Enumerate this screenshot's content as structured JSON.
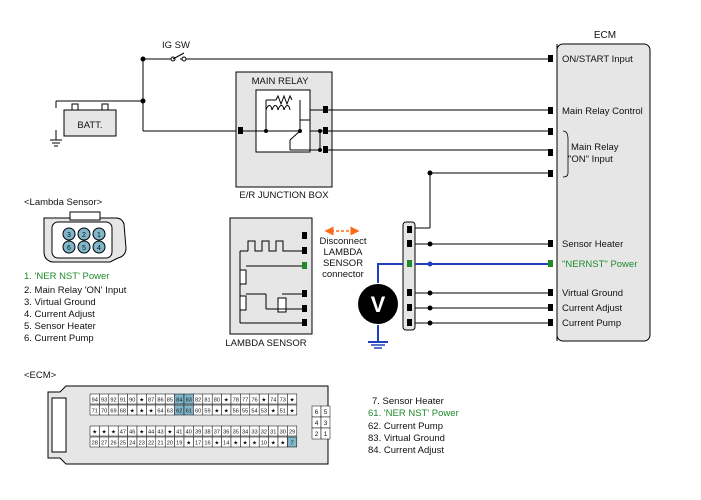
{
  "labels": {
    "ecm": "ECM",
    "ig_sw": "IG SW",
    "batt": "BATT.",
    "main_relay": "MAIN RELAY",
    "er_junction_box": "E/R JUNCTION BOX",
    "lambda_sensor_heading": "<Lambda Sensor>",
    "lambda_sensor": "LAMBDA SENSOR",
    "ecm_heading": "<ECM>",
    "voltmeter": "V",
    "disconnect_note": [
      "Disconnect",
      "LAMBDA",
      "SENSOR",
      "connector"
    ]
  },
  "ecm_pins": [
    {
      "label": "ON/START Input"
    },
    {
      "label": "Main Relay Control"
    },
    {
      "label": "Main Relay"
    },
    {
      "label": "\"ON\" Input"
    },
    {
      "label": "Sensor Heater"
    },
    {
      "label": "\"NERNST\" Power"
    },
    {
      "label": "Virtual Ground"
    },
    {
      "label": "Current Adjust"
    },
    {
      "label": "Current Pump"
    }
  ],
  "lambda_pin_list": [
    {
      "text": "1. 'NER NST' Power",
      "highlight": true
    },
    {
      "text": "2. Main Relay 'ON' Input",
      "highlight": false
    },
    {
      "text": "3. Virtual Ground",
      "highlight": false
    },
    {
      "text": "4. Current Adjust",
      "highlight": false
    },
    {
      "text": "5. Sensor Heater",
      "highlight": false
    },
    {
      "text": "6. Current Pump",
      "highlight": false
    }
  ],
  "ecm_pin_list": [
    {
      "text": "7. Sensor Heater",
      "highlight": false
    },
    {
      "text": "61. 'NER NST' Power",
      "highlight": true
    },
    {
      "text": "62. Current Pump",
      "highlight": false
    },
    {
      "text": "83. Virtual Ground",
      "highlight": false
    },
    {
      "text": "84. Current Adjust",
      "highlight": false
    }
  ],
  "connector_face": {
    "rows": [
      [
        "94",
        "93",
        "92",
        "91",
        "90",
        "★",
        "87",
        "86",
        "85",
        "84",
        "83",
        "82",
        "81",
        "80",
        "★",
        "78",
        "77",
        "76",
        "★",
        "74",
        "73",
        "★"
      ],
      [
        "71",
        "70",
        "69",
        "68",
        "★",
        "★",
        "★",
        "64",
        "63",
        "62",
        "61",
        "60",
        "59",
        "★",
        "★",
        "56",
        "55",
        "54",
        "53",
        "★",
        "51",
        "★"
      ],
      [
        "★",
        "★",
        "★",
        "47",
        "46",
        "★",
        "44",
        "43",
        "★",
        "41",
        "40",
        "39",
        "38",
        "37",
        "36",
        "35",
        "34",
        "33",
        "32",
        "31",
        "30",
        "29"
      ],
      [
        "28",
        "27",
        "26",
        "25",
        "24",
        "23",
        "22",
        "21",
        "20",
        "19",
        "★",
        "17",
        "16",
        "★",
        "14",
        "★",
        "★",
        "★",
        "10",
        "★",
        "★",
        "7"
      ]
    ],
    "highlighted": [
      "61",
      "62",
      "83",
      "84",
      "7"
    ],
    "side_block": [
      [
        "6",
        "5"
      ],
      [
        "4",
        "3"
      ],
      [
        "2",
        "1"
      ]
    ]
  },
  "lambda_connector_pins": [
    "3",
    "2",
    "1",
    "6",
    "5",
    "4"
  ],
  "colors": {
    "wire": "#000000",
    "nernst": "#1f3fbf",
    "highlight_text": "#1f8a2b",
    "arrow": "#ff6a13",
    "pin_highlight": "#7fb6c9",
    "fill_grey": "#e6e6e6"
  }
}
